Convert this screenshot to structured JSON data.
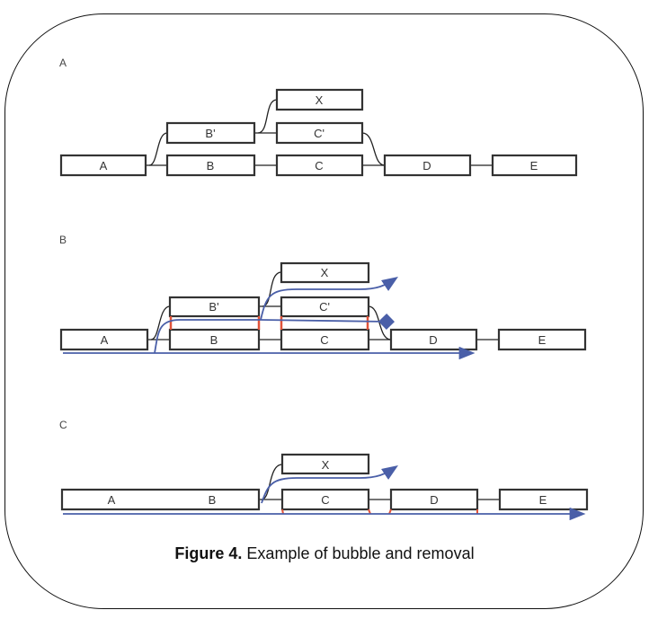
{
  "figure": {
    "caption_label": "Figure 4.",
    "caption_text": " Example of bubble and removal"
  },
  "panels": [
    {
      "label": "A",
      "nodes": [
        "A",
        "B'",
        "B",
        "X",
        "C'",
        "C",
        "D",
        "E"
      ]
    },
    {
      "label": "B",
      "nodes": [
        "A",
        "B'",
        "B",
        "X",
        "C'",
        "C",
        "D",
        "E"
      ]
    },
    {
      "label": "C",
      "nodes": [
        "A",
        "B",
        "X",
        "C",
        "D",
        "E"
      ]
    }
  ],
  "colors": {
    "box_stroke": "#333333",
    "edge": "#222222",
    "path_blue": "#4a5fa8",
    "marker_red": "#e0533a"
  }
}
